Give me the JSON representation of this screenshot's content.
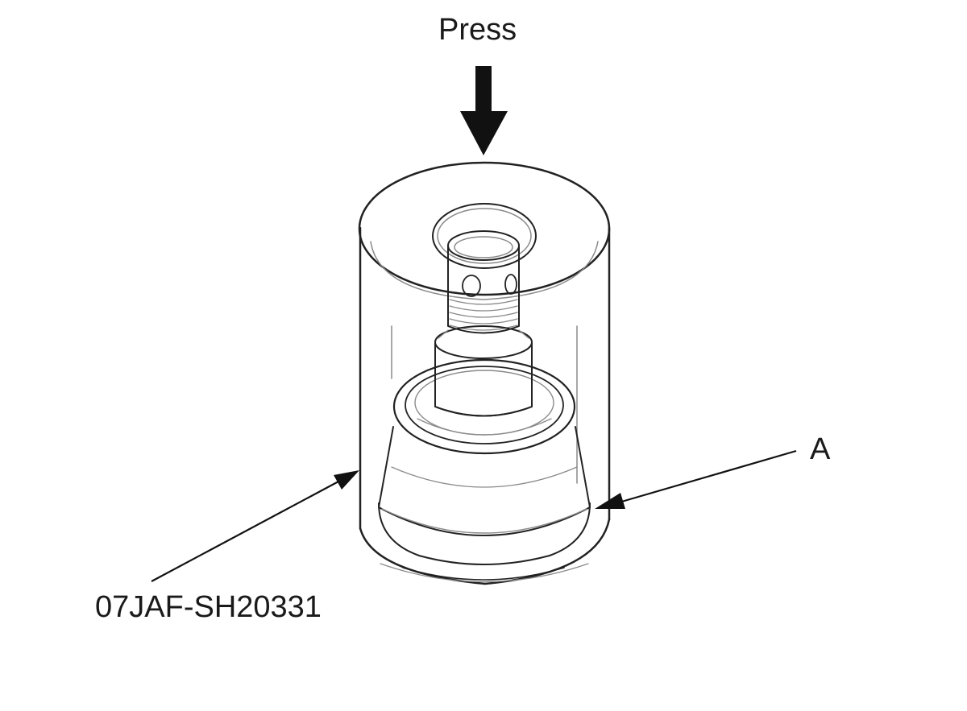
{
  "diagram": {
    "press_label": "Press",
    "part_label": "A",
    "tool_label": "07JAF-SH20331",
    "line_color": "#222222",
    "fill_color": "#ffffff",
    "arrow_color": "#111111"
  }
}
